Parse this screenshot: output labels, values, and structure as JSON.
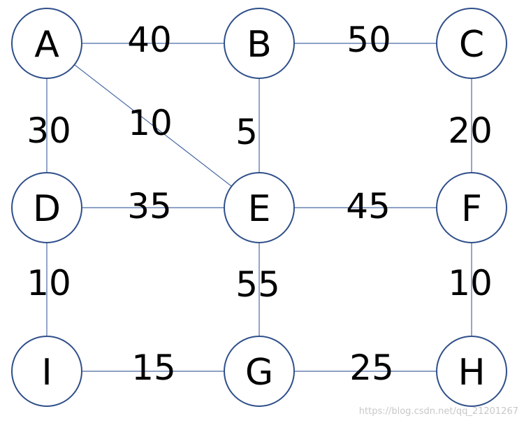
{
  "nodes": [
    {
      "id": "A",
      "label": "A"
    },
    {
      "id": "B",
      "label": "B"
    },
    {
      "id": "C",
      "label": "C"
    },
    {
      "id": "D",
      "label": "D"
    },
    {
      "id": "E",
      "label": "E"
    },
    {
      "id": "F",
      "label": "F"
    },
    {
      "id": "I",
      "label": "I"
    },
    {
      "id": "G",
      "label": "G"
    },
    {
      "id": "H",
      "label": "H"
    }
  ],
  "edges": [
    {
      "from": "A",
      "to": "B",
      "weight": "40"
    },
    {
      "from": "B",
      "to": "C",
      "weight": "50"
    },
    {
      "from": "A",
      "to": "D",
      "weight": "30"
    },
    {
      "from": "A",
      "to": "E",
      "weight": "10"
    },
    {
      "from": "B",
      "to": "E",
      "weight": "5"
    },
    {
      "from": "C",
      "to": "F",
      "weight": "20"
    },
    {
      "from": "D",
      "to": "E",
      "weight": "35"
    },
    {
      "from": "E",
      "to": "F",
      "weight": "45"
    },
    {
      "from": "D",
      "to": "I",
      "weight": "10"
    },
    {
      "from": "E",
      "to": "G",
      "weight": "55"
    },
    {
      "from": "F",
      "to": "H",
      "weight": "10"
    },
    {
      "from": "I",
      "to": "G",
      "weight": "15"
    },
    {
      "from": "G",
      "to": "H",
      "weight": "25"
    }
  ],
  "watermark": "https://blog.csdn.net/qq_21201267",
  "colors": {
    "node_stroke": "#2f4f8a",
    "edge": "#4a6aa5",
    "text": "#000000"
  }
}
